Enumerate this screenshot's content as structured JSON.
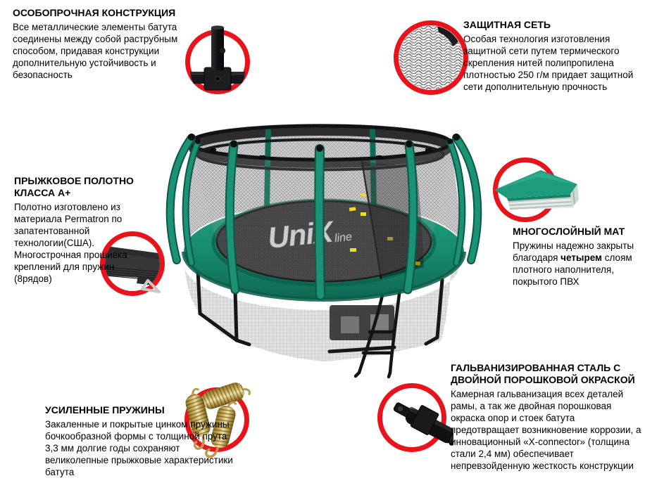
{
  "colors": {
    "accent_red": "#e8131b",
    "frame_green": "#178a6c",
    "mat_black": "#303032",
    "skirt_gray": "#e1e1e1",
    "spring_gold": "#c7a850",
    "steel_black": "#141416",
    "marker_yellow": "#ffe60a"
  },
  "brand": {
    "name": "UniX",
    "suffix": "line"
  },
  "features": [
    {
      "id": "construction",
      "title": "ОСОБОПРОЧНАЯ КОНСТРУКЦИЯ",
      "body": "Все металлические элементы батута соединены между собой раструбным способом, придавая конструкции дополнительную устойчивость и безопасность",
      "icon": "pole-joint"
    },
    {
      "id": "safety-net",
      "title": "ЗАЩИТНАЯ СЕТЬ",
      "body": "Особая технология изготовления защитной сети путем термического скрепления нитей полипропилена плотностью 250 г/м придает защитной сети дополнительную прочность",
      "icon": "net-weave"
    },
    {
      "id": "jumping-mat",
      "title": "ПРЫЖКОВОЕ ПОЛОТНО КЛАССА А+",
      "body": "Полотно изготовлено из материала Permatron по запатентованной технологии(США). Многострочная прошивка креплений для пружин (8рядов)",
      "icon": "mat-stitching"
    },
    {
      "id": "layered-pad",
      "title": "МНОГОСЛОЙНЫЙ МАТ",
      "body_pre": "Пружины надежно закрыты благодаря ",
      "body_bold": "четырем",
      "body_post": " слоям плотного наполнителя, покрытого ПВХ",
      "icon": "layered-pad"
    },
    {
      "id": "springs",
      "title": "УСИЛЕННЫЕ ПРУЖИНЫ",
      "body": "Закаленные и покрытые цинком пружины бочкообразной формы с толщиной прута 3,3 мм долгие годы сохраняют великолепные прыжковые характеристики батута",
      "icon": "springs"
    },
    {
      "id": "steel",
      "title": "ГАЛЬВАНИЗИРОВАННАЯ СТАЛЬ С ДВОЙНОЙ ПОРОШКОВОЙ ОКРАСКОЙ",
      "body": "Камерная гальванизация всех деталей рамы, а так же двойная порошковая окраска опор и стоек батута предотвращает возникновение коррозии, а инновационный «X-connector» (толщина стали 2,4 мм) обеспечивает непревзойденную жесткость конструкции",
      "icon": "x-connector"
    }
  ]
}
